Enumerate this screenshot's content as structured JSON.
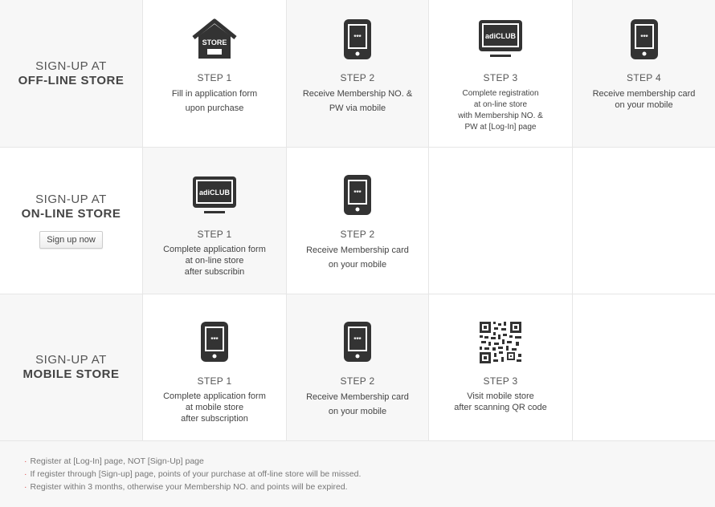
{
  "rows": [
    {
      "title_line1": "SIGN-UP AT",
      "title_line2": "OFF-LINE STORE"
    },
    {
      "title_line1": "SIGN-UP AT",
      "title_line2": "ON-LINE STORE",
      "button": "Sign up now"
    },
    {
      "title_line1": "SIGN-UP AT",
      "title_line2": "MOBILE STORE"
    }
  ],
  "offline": [
    {
      "step": "STEP 1",
      "lines": [
        "Fill in application form",
        "upon purchase"
      ],
      "icon": "store-icon",
      "icon_text": "STORE"
    },
    {
      "step": "STEP 2",
      "lines": [
        "Receive  Membership NO. &",
        "PW via mobile"
      ],
      "icon": "phone-icon",
      "icon_text": "***"
    },
    {
      "step": "STEP 3",
      "lines": [
        "Complete registration",
        "at on-line store",
        "with Membership NO. &",
        "PW at [Log-In] page"
      ],
      "icon": "monitor-icon",
      "icon_text": "adiCLUB"
    },
    {
      "step": "STEP 4",
      "lines": [
        "Receive membership card",
        "on your mobile"
      ],
      "icon": "phone-icon",
      "icon_text": "***"
    }
  ],
  "online": [
    {
      "step": "STEP 1",
      "lines": [
        "Complete application form",
        "at on-line store",
        "after subscribin"
      ],
      "icon": "monitor-icon",
      "icon_text": "adiCLUB"
    },
    {
      "step": "STEP 2",
      "lines": [
        "Receive Membership card",
        "on your mobile"
      ],
      "icon": "phone-icon",
      "icon_text": "***"
    }
  ],
  "mobile": [
    {
      "step": "STEP 1",
      "lines": [
        "Complete application form",
        "at mobile store",
        "after subscription"
      ],
      "icon": "phone-icon",
      "icon_text": "***"
    },
    {
      "step": "STEP 2",
      "lines": [
        "Receive Membership card",
        "on your mobile"
      ],
      "icon": "phone-icon",
      "icon_text": "***"
    },
    {
      "step": "STEP 3",
      "lines": [
        "Visit mobile store",
        "after scanning QR code"
      ],
      "icon": "qr-code-icon"
    }
  ],
  "notes": [
    "Register at [Log-In] page, NOT [Sign-Up] page",
    "If register through [Sign-up] page, points of your purchase at off-line store will be missed.",
    "Register within 3 months, otherwise your Membership NO. and points will be expired."
  ],
  "colors": {
    "icon": "#333333",
    "shade": "#f7f7f7",
    "bullet": "#e05050"
  }
}
